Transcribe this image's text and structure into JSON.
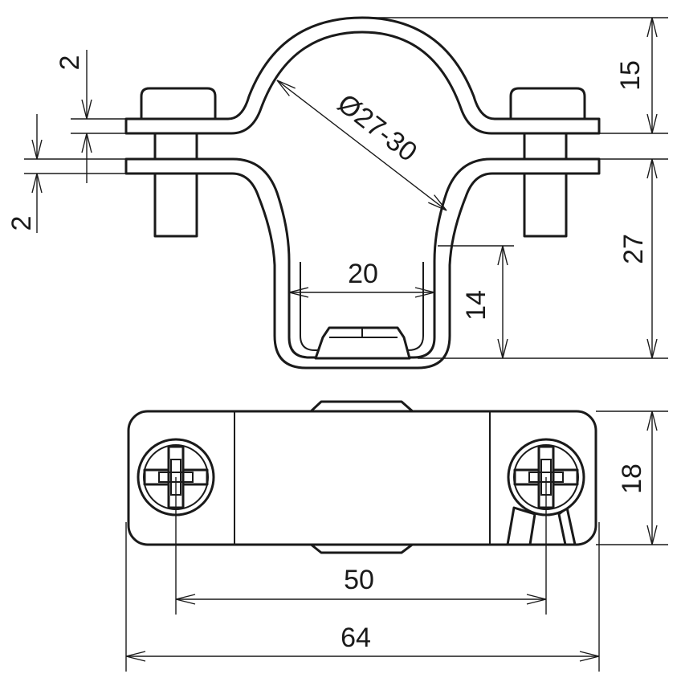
{
  "dimensions": {
    "band_thickness_top": "2",
    "band_thickness_bottom": "2",
    "pipe_diameter": "Ø27-30",
    "height_above_flange": "15",
    "height_below_flange": "27",
    "base_width": "20",
    "base_height": "14",
    "clip_width": "18",
    "hole_spacing": "50",
    "total_length": "64"
  },
  "colors": {
    "line": "#1a1a1a",
    "background": "#ffffff"
  }
}
